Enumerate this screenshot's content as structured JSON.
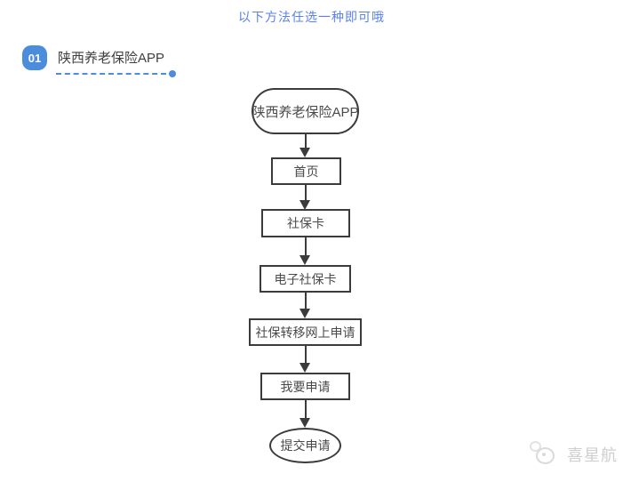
{
  "header": {
    "tip": "以下方法任选一种即可哦"
  },
  "section": {
    "badge": "01",
    "title": "陕西养老保险APP"
  },
  "flowchart": {
    "nodes": [
      {
        "label": "陕西养老保险APP",
        "shape": "stadium"
      },
      {
        "label": "首页",
        "shape": "rect"
      },
      {
        "label": "社保卡",
        "shape": "rect"
      },
      {
        "label": "电子社保卡",
        "shape": "rect"
      },
      {
        "label": "社保转移网上申请",
        "shape": "rect"
      },
      {
        "label": "我要申请",
        "shape": "rect"
      },
      {
        "label": "提交申请",
        "shape": "ellipse"
      }
    ]
  },
  "watermark": {
    "text": "喜星航",
    "icon": "overlapping-circles-logo"
  },
  "colors": {
    "tip_blue": "#5b82ec",
    "badge_blue": "#4b8ddc",
    "underline_blue": "#4f8cdb",
    "node_border": "#3b3b3b",
    "node_text": "#4a4a4a",
    "watermark_gray": "#cfcfcf"
  }
}
